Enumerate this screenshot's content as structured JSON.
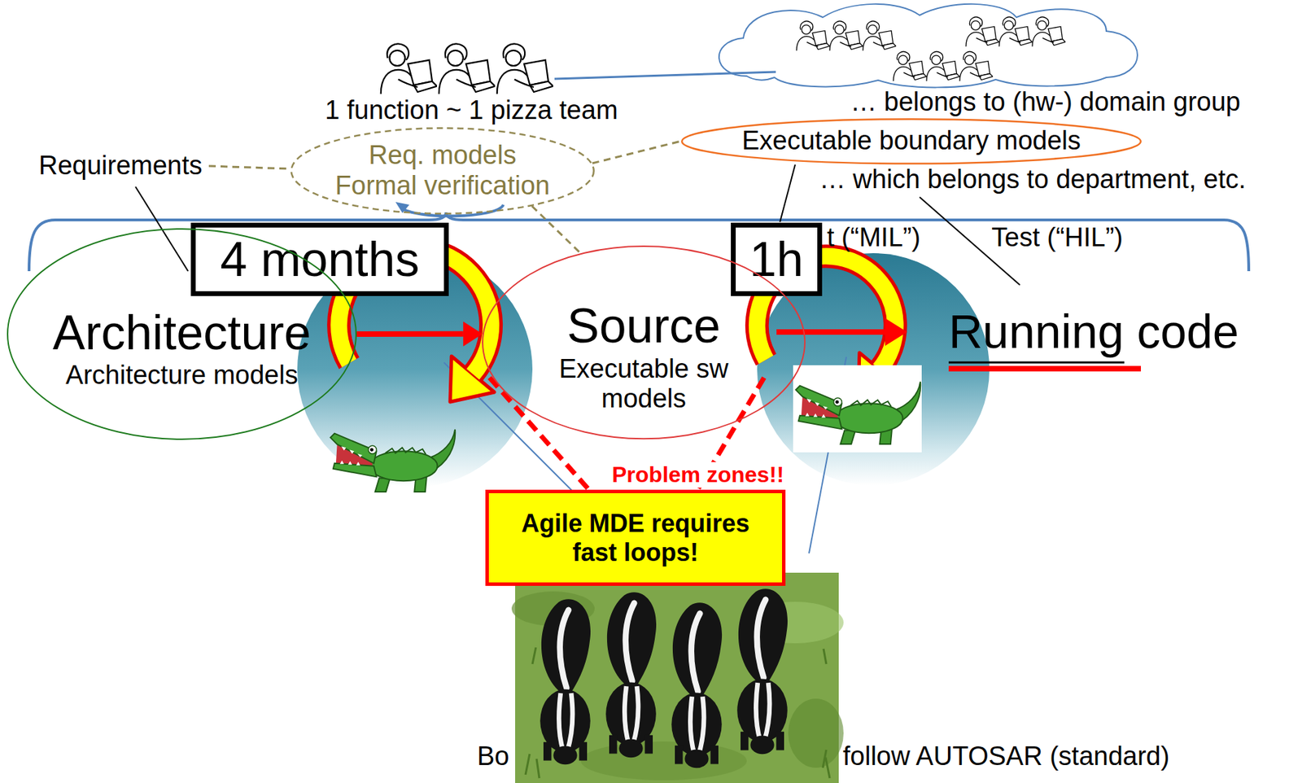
{
  "diagram": {
    "nodes": [
      {
        "text": [
          "Req. models",
          "Formal verification"
        ]
      },
      {
        "text": [
          "Executable boundary models"
        ]
      },
      {
        "text": [
          "4 months"
        ]
      },
      {
        "text": [
          "1h"
        ]
      },
      {
        "text": [
          "Architecture",
          "Architecture models"
        ]
      },
      {
        "text": [
          "Source",
          "Executable sw models"
        ]
      },
      {
        "text": [
          "Agile MDE requires fast loops!"
        ]
      }
    ],
    "edges": [
      {
        "from": 0,
        "to": 1,
        "arrow": "none"
      },
      {
        "from": 0,
        "to": 5,
        "arrow": "none"
      },
      {
        "from": 4,
        "to": 5,
        "arrow": "to"
      }
    ],
    "labels": [
      "Requirements",
      "1 function ~ 1 pizza team",
      "… belongs to (hw-) domain group",
      "… which belongs to department, etc.",
      "t (“MIL”)",
      "Test (“HIL”)",
      "Running code",
      "Problem zones!!",
      "Bo",
      "follow AUTOSAR (standard)"
    ]
  }
}
